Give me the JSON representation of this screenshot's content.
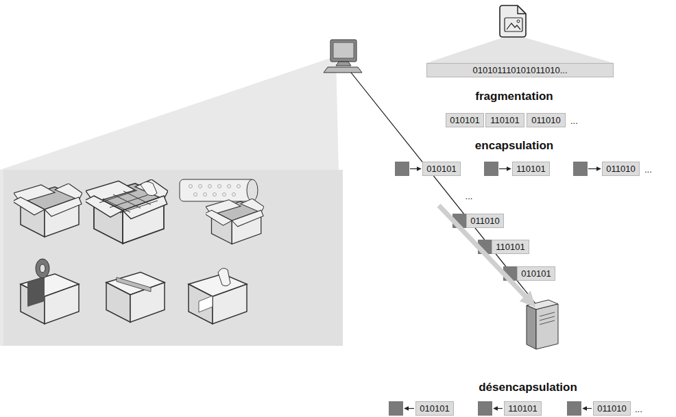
{
  "diagram": {
    "nodes": [
      {
        "text": [
          "010101110101011010..."
        ]
      },
      {
        "text": [
          "010101"
        ]
      },
      {
        "text": [
          "110101"
        ]
      },
      {
        "text": [
          "011010"
        ]
      },
      {
        "text": [
          "010101"
        ]
      },
      {
        "text": [
          "110101"
        ]
      },
      {
        "text": [
          "011010"
        ]
      },
      {
        "text": [
          "011010"
        ]
      },
      {
        "text": [
          "110101"
        ]
      },
      {
        "text": [
          "010101"
        ]
      },
      {
        "text": [
          "010101"
        ]
      },
      {
        "text": [
          "110101"
        ]
      },
      {
        "text": [
          "011010"
        ]
      }
    ],
    "labels": [
      "fragmentation",
      "...",
      "encapsulation",
      "...",
      "...",
      "désencapsulation",
      "..."
    ]
  }
}
